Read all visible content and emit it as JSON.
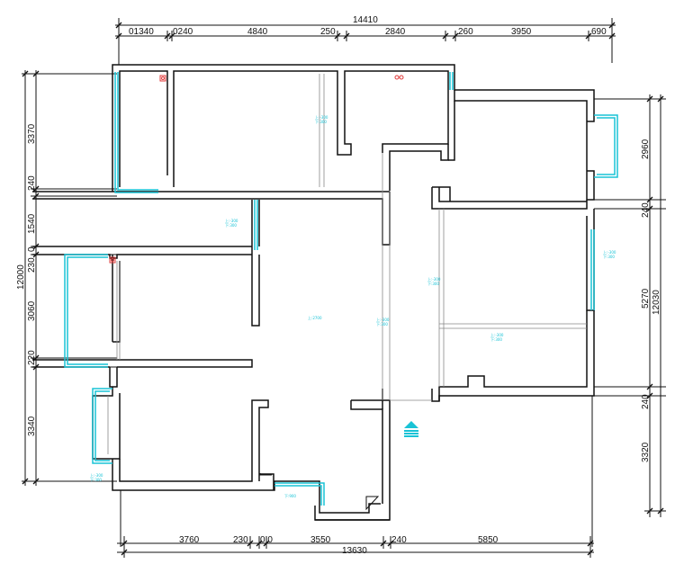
{
  "top_dims": {
    "overall": "14410",
    "segments": [
      "01340",
      "0240",
      "4840",
      "250",
      "2840",
      "260",
      "3950",
      "690"
    ]
  },
  "bottom_dims": {
    "overall": "13630",
    "segments": [
      "3760",
      "230",
      "0 0",
      "3550",
      "240",
      "5850"
    ]
  },
  "left_dims": {
    "overall": "12000",
    "segments": [
      "3370",
      "240",
      "1540",
      "0",
      "230",
      "3060",
      "220",
      "3340"
    ]
  },
  "right_dims": {
    "overall": "12030",
    "segments": [
      "2960",
      "240",
      "5270",
      "240",
      "3320"
    ]
  },
  "annotations": {
    "a": "上:-300\n下:300",
    "b": "上:-300\n下:300",
    "c": "上:-300\n下:300",
    "d": "上:-300\n下:300",
    "e": "上:-300\n下:300",
    "f": "上:-300\n下:300",
    "g": "上:-300\n下:300",
    "h": "上:-300\n下:300",
    "i": "下:900",
    "j": "上:2700"
  },
  "colors": {
    "wall": "#111111",
    "window": "#19c3d6",
    "marker": "#e03a3a"
  },
  "icons": [
    "stairs-icon"
  ]
}
